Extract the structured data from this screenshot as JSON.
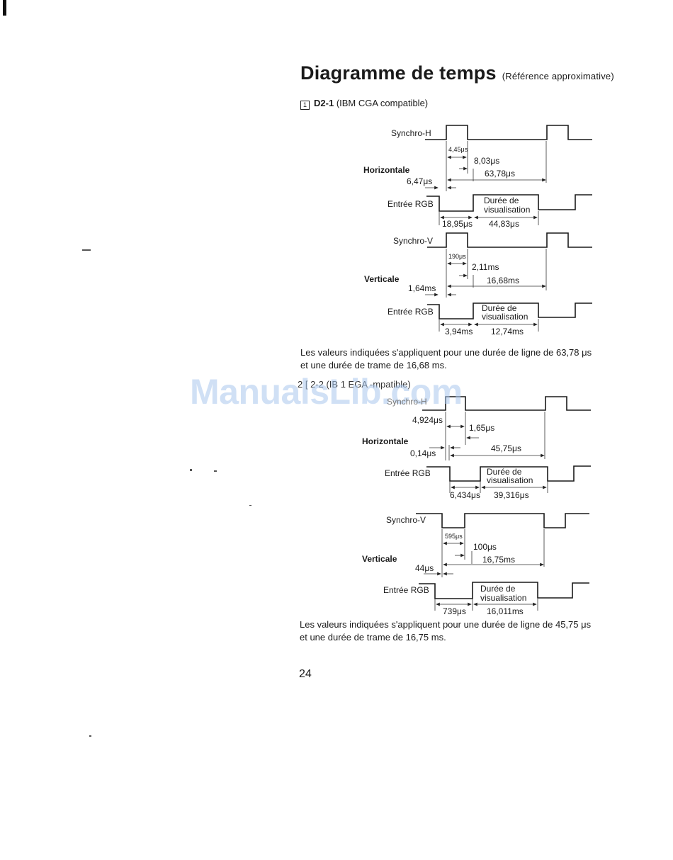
{
  "title": "Diagramme de temps",
  "title_note": "(Référence approximative)",
  "section1": {
    "num": "1",
    "code": "D2-1",
    "desc": "(IBM CGA compatible)",
    "horiz": {
      "label": "Horizontale",
      "sync_label": "Synchro-H",
      "rgb_label": "Entrée RGB",
      "display_line1": "Durée de",
      "display_line2": "visualisation",
      "t_pulse": "4,45μs",
      "t_b": "8,03μs",
      "t_total": "63,78μs",
      "t_a": "6,47μs",
      "t_blank": "18,95μs",
      "t_disp": "44,83μs"
    },
    "vert": {
      "label": "Verticale",
      "sync_label": "Synchro-V",
      "rgb_label": "Entrée RGB",
      "display_line1": "Durée de",
      "display_line2": "visualisation",
      "t_pulse": "190μs",
      "t_b": "2,11ms",
      "t_total": "16,68ms",
      "t_a": "1,64ms",
      "t_blank": "3,94ms",
      "t_disp": "12,74ms"
    },
    "note_line1": "Les valeurs indiquées s'appliquent pour une durée de ligne de 63,78 μs",
    "note_line2": "et une durée de trame de 16,68 ms."
  },
  "section2": {
    "header_fragment": "2  [ 2-2 (IB 1 EGA  -mpatible)",
    "horiz": {
      "label": "Horizontale",
      "sync_label": "Synchro-H",
      "rgb_label": "Entrée RGB",
      "display_line1": "Durée de",
      "display_line2": "visualisation",
      "t_pulse": "4,924μs",
      "t_b": "1,65μs",
      "t_total": "45,75μs",
      "t_a": "0,14μs",
      "t_blank": "6,434μs",
      "t_disp": "39,316μs"
    },
    "vert": {
      "label": "Verticale",
      "sync_label": "Synchro-V",
      "rgb_label": "Entrée RGB",
      "display_line1": "Durée de",
      "display_line2": "visualisation",
      "t_pulse": "595μs",
      "t_b": "100μs",
      "t_total": "16,75ms",
      "t_a": "44μs",
      "t_blank": "739μs",
      "t_disp": "16,011ms"
    },
    "note_line1": "Les valeurs indiquées s'appliquent pour une durée de ligne de 45,75 μs",
    "note_line2": "et une durée de trame de 16,75 ms."
  },
  "watermark": "ManualsLib.com",
  "page_number": "24"
}
